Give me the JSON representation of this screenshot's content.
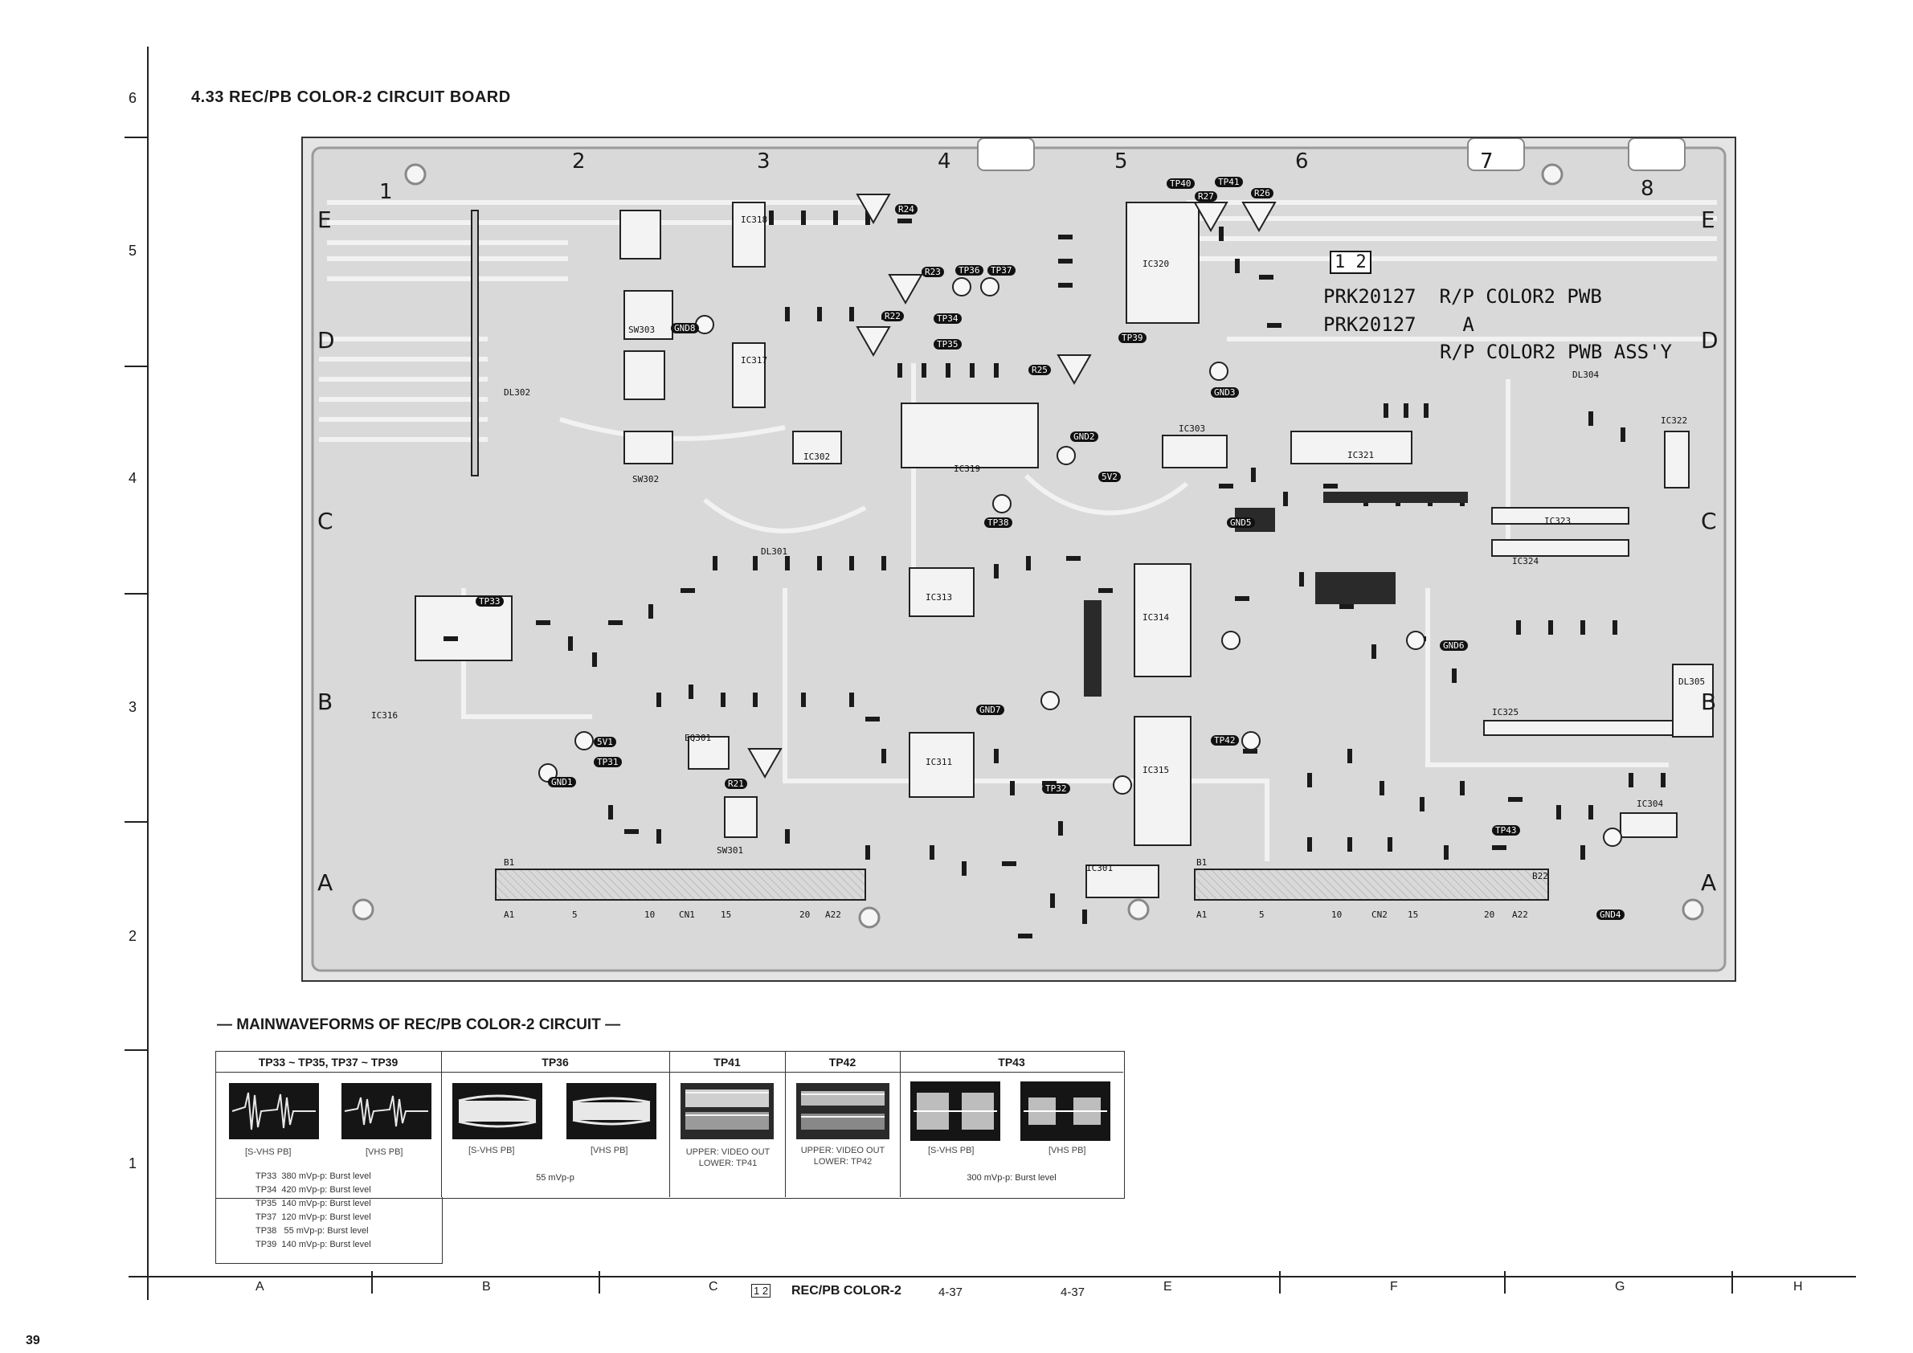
{
  "page": {
    "page_number": "39"
  },
  "row_numbers": [
    "6",
    "5",
    "4",
    "3",
    "2",
    "1"
  ],
  "section_title": "4.33  REC/PB COLOR-2 CIRCUIT BOARD",
  "board": {
    "col_labels": [
      "1",
      "2",
      "3",
      "4",
      "5",
      "6",
      "7",
      "8"
    ],
    "row_labels": [
      "E",
      "D",
      "C",
      "B",
      "A"
    ],
    "marker": "1 2",
    "pwb_line1": "PRK20127  R/P COLOR2 PWB",
    "pwb_line2": "PRK20127    A",
    "pwb_line3": "R/P COLOR2 PWB ASS'Y",
    "components": [
      {
        "id": "c1",
        "label": "IC316"
      },
      {
        "id": "c2",
        "label": "IC319"
      },
      {
        "id": "c3",
        "label": "IC320"
      },
      {
        "id": "c4",
        "label": "IC321"
      },
      {
        "id": "c5",
        "label": "IC313"
      },
      {
        "id": "c6",
        "label": "IC314"
      },
      {
        "id": "c7",
        "label": "IC311"
      },
      {
        "id": "c8",
        "label": "IC315"
      },
      {
        "id": "c9",
        "label": "IC301"
      },
      {
        "id": "c10",
        "label": "IC323"
      },
      {
        "id": "c11",
        "label": "IC324"
      },
      {
        "id": "c12",
        "label": "IC325"
      },
      {
        "id": "c13",
        "label": "IC304"
      },
      {
        "id": "c14",
        "label": "IC322"
      },
      {
        "id": "c15",
        "label": "IC303"
      },
      {
        "id": "c16",
        "label": "IC302"
      },
      {
        "id": "c17",
        "label": "IC317"
      },
      {
        "id": "c18",
        "label": "IC318"
      },
      {
        "id": "c19",
        "label": "SW303"
      },
      {
        "id": "c20",
        "label": "SW302"
      },
      {
        "id": "c21",
        "label": "SW301"
      },
      {
        "id": "c22",
        "label": "DL301"
      },
      {
        "id": "c23",
        "label": "DL302"
      },
      {
        "id": "c24",
        "label": "DL304"
      },
      {
        "id": "c25",
        "label": "DL305"
      },
      {
        "id": "c26",
        "label": "EQ301"
      },
      {
        "id": "c27",
        "label": "CN1"
      },
      {
        "id": "c28",
        "label": "CN2"
      }
    ],
    "test_points": [
      {
        "id": "t1",
        "label": "TP33"
      },
      {
        "id": "t2",
        "label": "TP31"
      },
      {
        "id": "t3",
        "label": "TP36"
      },
      {
        "id": "t4",
        "label": "TP37"
      },
      {
        "id": "t5",
        "label": "TP34"
      },
      {
        "id": "t6",
        "label": "TP35"
      },
      {
        "id": "t7",
        "label": "TP38"
      },
      {
        "id": "t8",
        "label": "TP39"
      },
      {
        "id": "t9",
        "label": "TP40"
      },
      {
        "id": "t10",
        "label": "TP41"
      },
      {
        "id": "t11",
        "label": "TP42"
      },
      {
        "id": "t12",
        "label": "TP43"
      },
      {
        "id": "t13",
        "label": "TP32"
      },
      {
        "id": "t14",
        "label": "GND1"
      },
      {
        "id": "t15",
        "label": "GND2"
      },
      {
        "id": "t16",
        "label": "GND3"
      },
      {
        "id": "t17",
        "label": "GND4"
      },
      {
        "id": "t18",
        "label": "GND5"
      },
      {
        "id": "t19",
        "label": "GND6"
      },
      {
        "id": "t20",
        "label": "GND7"
      },
      {
        "id": "t21",
        "label": "GND8"
      },
      {
        "id": "t22",
        "label": "5V1"
      },
      {
        "id": "t23",
        "label": "5V2"
      },
      {
        "id": "t24",
        "label": "R21"
      },
      {
        "id": "t25",
        "label": "R22"
      },
      {
        "id": "t26",
        "label": "R23"
      },
      {
        "id": "t27",
        "label": "R24"
      },
      {
        "id": "t28",
        "label": "R25"
      },
      {
        "id": "t29",
        "label": "R26"
      },
      {
        "id": "t30",
        "label": "R27"
      }
    ],
    "connector1": {
      "pins": [
        "A1",
        "5",
        "10",
        "CN1",
        "15",
        "20",
        "A22"
      ],
      "top": "B1"
    },
    "connector2": {
      "pins": [
        "A1",
        "5",
        "10",
        "CN2",
        "15",
        "20",
        "A22"
      ],
      "top": "B1",
      "end": "B22"
    }
  },
  "waveforms": {
    "title": "— MAINWAVEFORMS OF REC/PB COLOR-2 CIRCUIT —",
    "panels": [
      {
        "header": "TP33 ~ TP35, TP37 ~ TP39",
        "captions": [
          "[S-VHS PB]",
          "[VHS PB]"
        ],
        "notes": [
          "TP33  380 mVp-p: Burst level",
          "TP34  420 mVp-p: Burst level",
          "TP35  140 mVp-p: Burst level",
          "TP37  120 mVp-p: Burst level",
          "TP38   55 mVp-p: Burst level",
          "TP39  140 mVp-p: Burst level"
        ]
      },
      {
        "header": "TP36",
        "captions": [
          "[S-VHS PB]",
          "[VHS PB]"
        ],
        "notes": [
          "55 mVp-p"
        ]
      },
      {
        "header": "TP41",
        "captions": [
          "UPPER: VIDEO OUT",
          "LOWER: TP41"
        ],
        "notes": []
      },
      {
        "header": "TP42",
        "captions": [
          "UPPER: VIDEO OUT",
          "LOWER: TP42"
        ],
        "notes": []
      },
      {
        "header": "TP43",
        "captions": [
          "[S-VHS PB]",
          "[VHS PB]"
        ],
        "notes": [
          "300 mVp-p: Burst level"
        ]
      }
    ]
  },
  "bottom_ruler": {
    "letters": [
      "A",
      "B",
      "C",
      "E",
      "F",
      "G",
      "H"
    ],
    "marker": "1 2",
    "caption": "REC/PB COLOR-2",
    "ref1": "4-37",
    "ref2": "4-37"
  }
}
